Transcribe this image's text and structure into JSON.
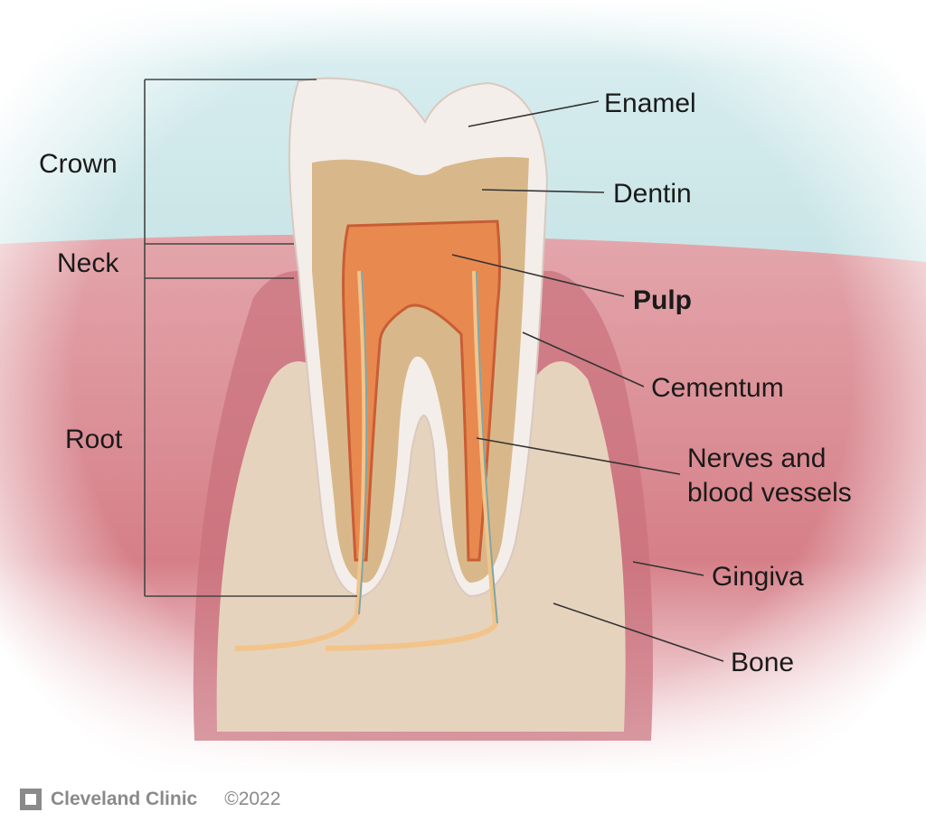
{
  "diagram": {
    "left_labels": {
      "crown": "Crown",
      "neck": "Neck",
      "root": "Root"
    },
    "right_labels": {
      "enamel": "Enamel",
      "dentin": "Dentin",
      "pulp": "Pulp",
      "cementum": "Cementum",
      "nerves_line1": "Nerves and",
      "nerves_line2": "blood vessels",
      "gingiva": "Gingiva",
      "bone": "Bone"
    },
    "colors": {
      "sky": "#cfe8ea",
      "gum": "#d9888f",
      "enamel": "#f4eeea",
      "dentin": "#d8b88a",
      "pulp": "#e8894f",
      "bone": "#e6d3bd"
    }
  },
  "footer": {
    "brand": "Cleveland Clinic",
    "copyright": "©2022"
  }
}
